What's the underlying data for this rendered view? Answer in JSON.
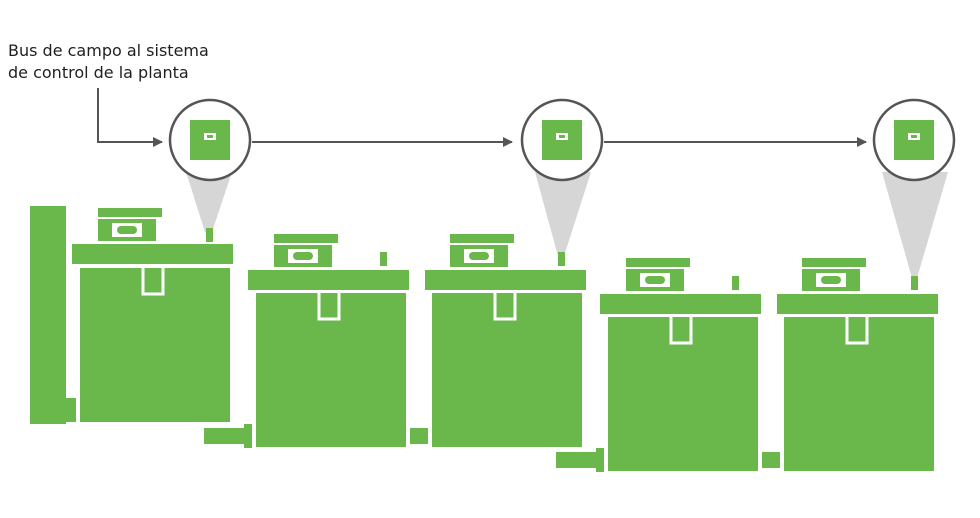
{
  "label": {
    "line1": "Bus de campo al sistema",
    "line2": "de control de la planta"
  },
  "colors": {
    "green": "#6ab84c",
    "connector": "#555555",
    "device_fill": "#ffffff",
    "cone": "#d6d6d6",
    "background": "#ffffff"
  },
  "icons": {
    "device": "module-icon",
    "arrow": "arrow-right-icon"
  },
  "counts": {
    "units": 5,
    "bus_devices": 3
  }
}
